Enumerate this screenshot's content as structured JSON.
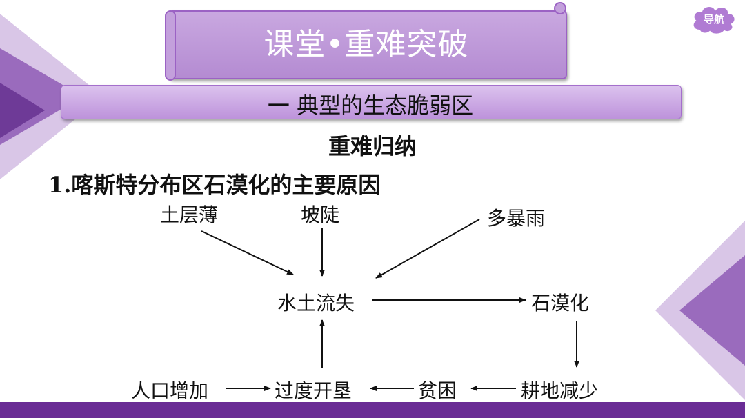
{
  "banner": {
    "title": "课堂•重难突破"
  },
  "nav": {
    "label": "导航"
  },
  "section": {
    "title": "一  典型的生态脆弱区"
  },
  "summary": {
    "heading": "重难归纳"
  },
  "topic": {
    "title": "1.喀斯特分布区石漠化的主要原因"
  },
  "diagram": {
    "nodes": {
      "thin_soil": "土层薄",
      "steep_slope": "坡陡",
      "heavy_rain": "多暴雨",
      "soil_erosion": "水土流失",
      "rocky_desertification": "石漠化",
      "population_growth": "人口增加",
      "over_cultivation": "过度开垦",
      "poverty": "贫困",
      "farmland_decrease": "耕地减少"
    }
  },
  "colors": {
    "accent": "#6a2c95",
    "banner": "#b48bd2",
    "subbar": "#c9a2e3"
  }
}
